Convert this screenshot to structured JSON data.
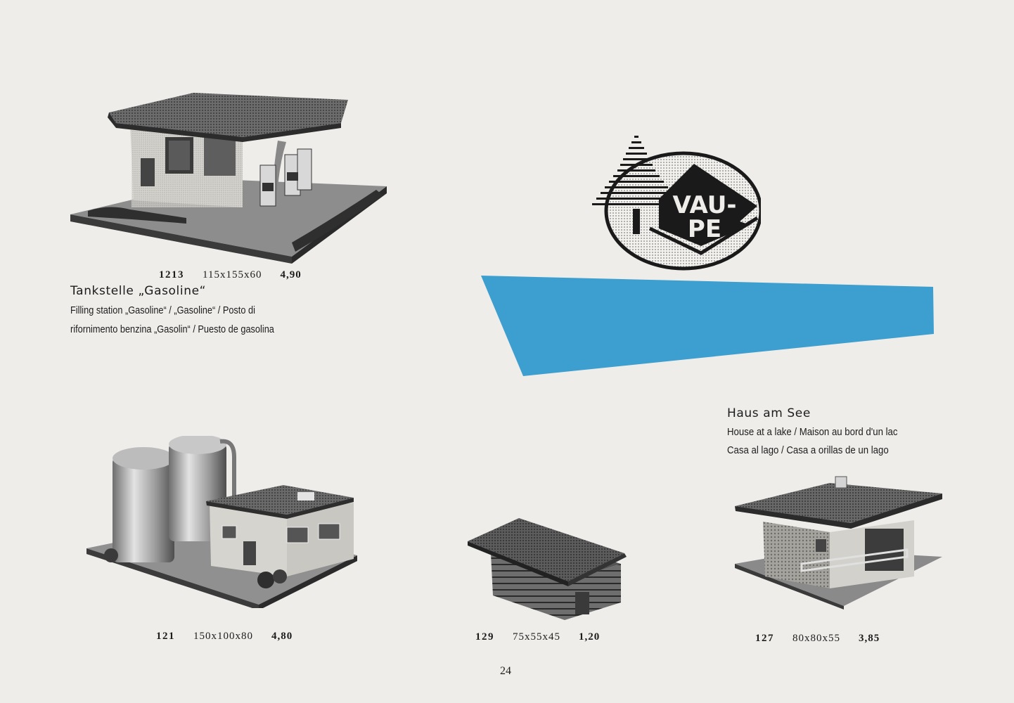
{
  "brand": {
    "logo_text_line1": "VAU-",
    "logo_text_line2": "PE",
    "accent_color": "#3d9fcf"
  },
  "products": {
    "gasoline": {
      "number": "1213",
      "dimensions": "115x155x60",
      "price": "4,90",
      "title": "Tankstelle „Gasoline“",
      "desc_line1": "Filling station „Gasoline“  /  „Gasoline“  /  Posto di",
      "desc_line2": "rifornimento benzina „Gasolin“ / Puesto de gasolina"
    },
    "silo": {
      "number": "121",
      "dimensions": "150x100x80",
      "price": "4,80"
    },
    "cabin": {
      "number": "129",
      "dimensions": "75x55x45",
      "price": "1,20"
    },
    "lakehouse": {
      "number": "127",
      "dimensions": "80x80x55",
      "price": "3,85",
      "title": "Haus am See",
      "desc_line1": "House at a lake / Maison au bord d'un lac",
      "desc_line2": "Casa al lago / Casa a orillas de un lago"
    }
  },
  "page_number": "24"
}
